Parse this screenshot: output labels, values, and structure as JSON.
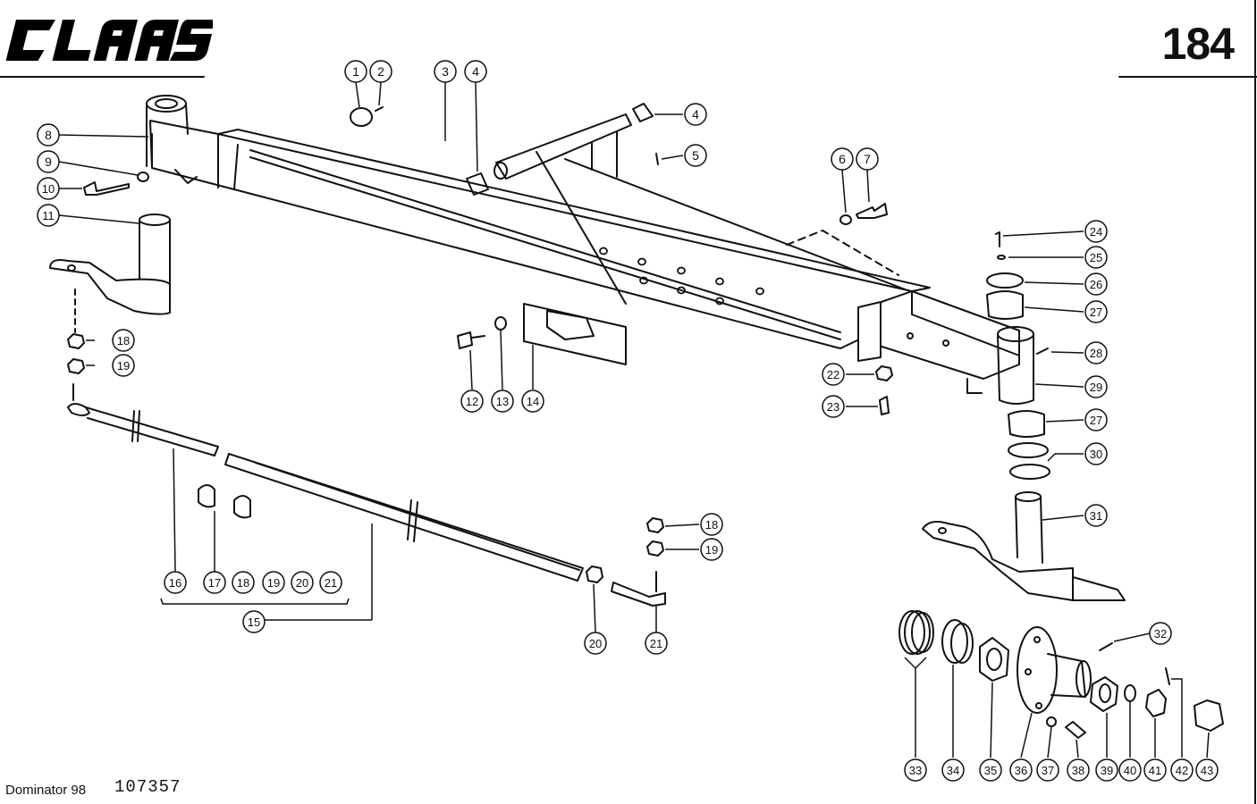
{
  "header": {
    "brand": "CLAAS",
    "page_number": "184"
  },
  "footer": {
    "model": "Dominator 98",
    "code": "107357"
  },
  "callouts": [
    {
      "n": "1"
    },
    {
      "n": "2"
    },
    {
      "n": "3"
    },
    {
      "n": "4"
    },
    {
      "n": "4"
    },
    {
      "n": "5"
    },
    {
      "n": "6"
    },
    {
      "n": "7"
    },
    {
      "n": "8"
    },
    {
      "n": "9"
    },
    {
      "n": "10"
    },
    {
      "n": "11"
    },
    {
      "n": "12"
    },
    {
      "n": "13"
    },
    {
      "n": "14"
    },
    {
      "n": "15"
    },
    {
      "n": "16"
    },
    {
      "n": "17"
    },
    {
      "n": "18"
    },
    {
      "n": "19"
    },
    {
      "n": "20"
    },
    {
      "n": "21"
    },
    {
      "n": "18"
    },
    {
      "n": "19"
    },
    {
      "n": "20"
    },
    {
      "n": "21"
    },
    {
      "n": "18"
    },
    {
      "n": "19"
    },
    {
      "n": "22"
    },
    {
      "n": "23"
    },
    {
      "n": "24"
    },
    {
      "n": "25"
    },
    {
      "n": "26"
    },
    {
      "n": "27"
    },
    {
      "n": "28"
    },
    {
      "n": "29"
    },
    {
      "n": "27"
    },
    {
      "n": "30"
    },
    {
      "n": "31"
    },
    {
      "n": "32"
    },
    {
      "n": "33"
    },
    {
      "n": "34"
    },
    {
      "n": "35"
    },
    {
      "n": "36"
    },
    {
      "n": "37"
    },
    {
      "n": "38"
    },
    {
      "n": "39"
    },
    {
      "n": "40"
    },
    {
      "n": "41"
    },
    {
      "n": "42"
    },
    {
      "n": "43"
    }
  ]
}
